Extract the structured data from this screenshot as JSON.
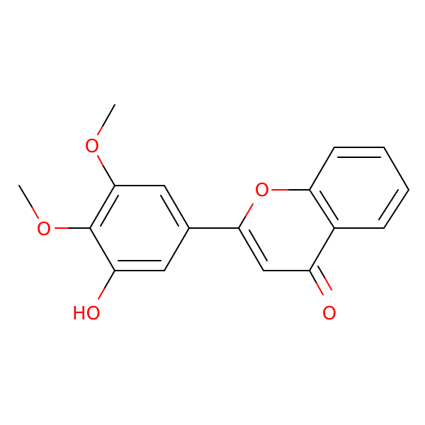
{
  "molecule": {
    "atom_labels": {
      "o_methoxy_top": "O",
      "o_methoxy_mid": "O",
      "o_hydroxyl": "HO",
      "o_ring": "O",
      "o_carbonyl": "O"
    },
    "colors": {
      "bond": "#000000",
      "heteroatom": "#ff0000",
      "background": "#ffffff"
    }
  }
}
